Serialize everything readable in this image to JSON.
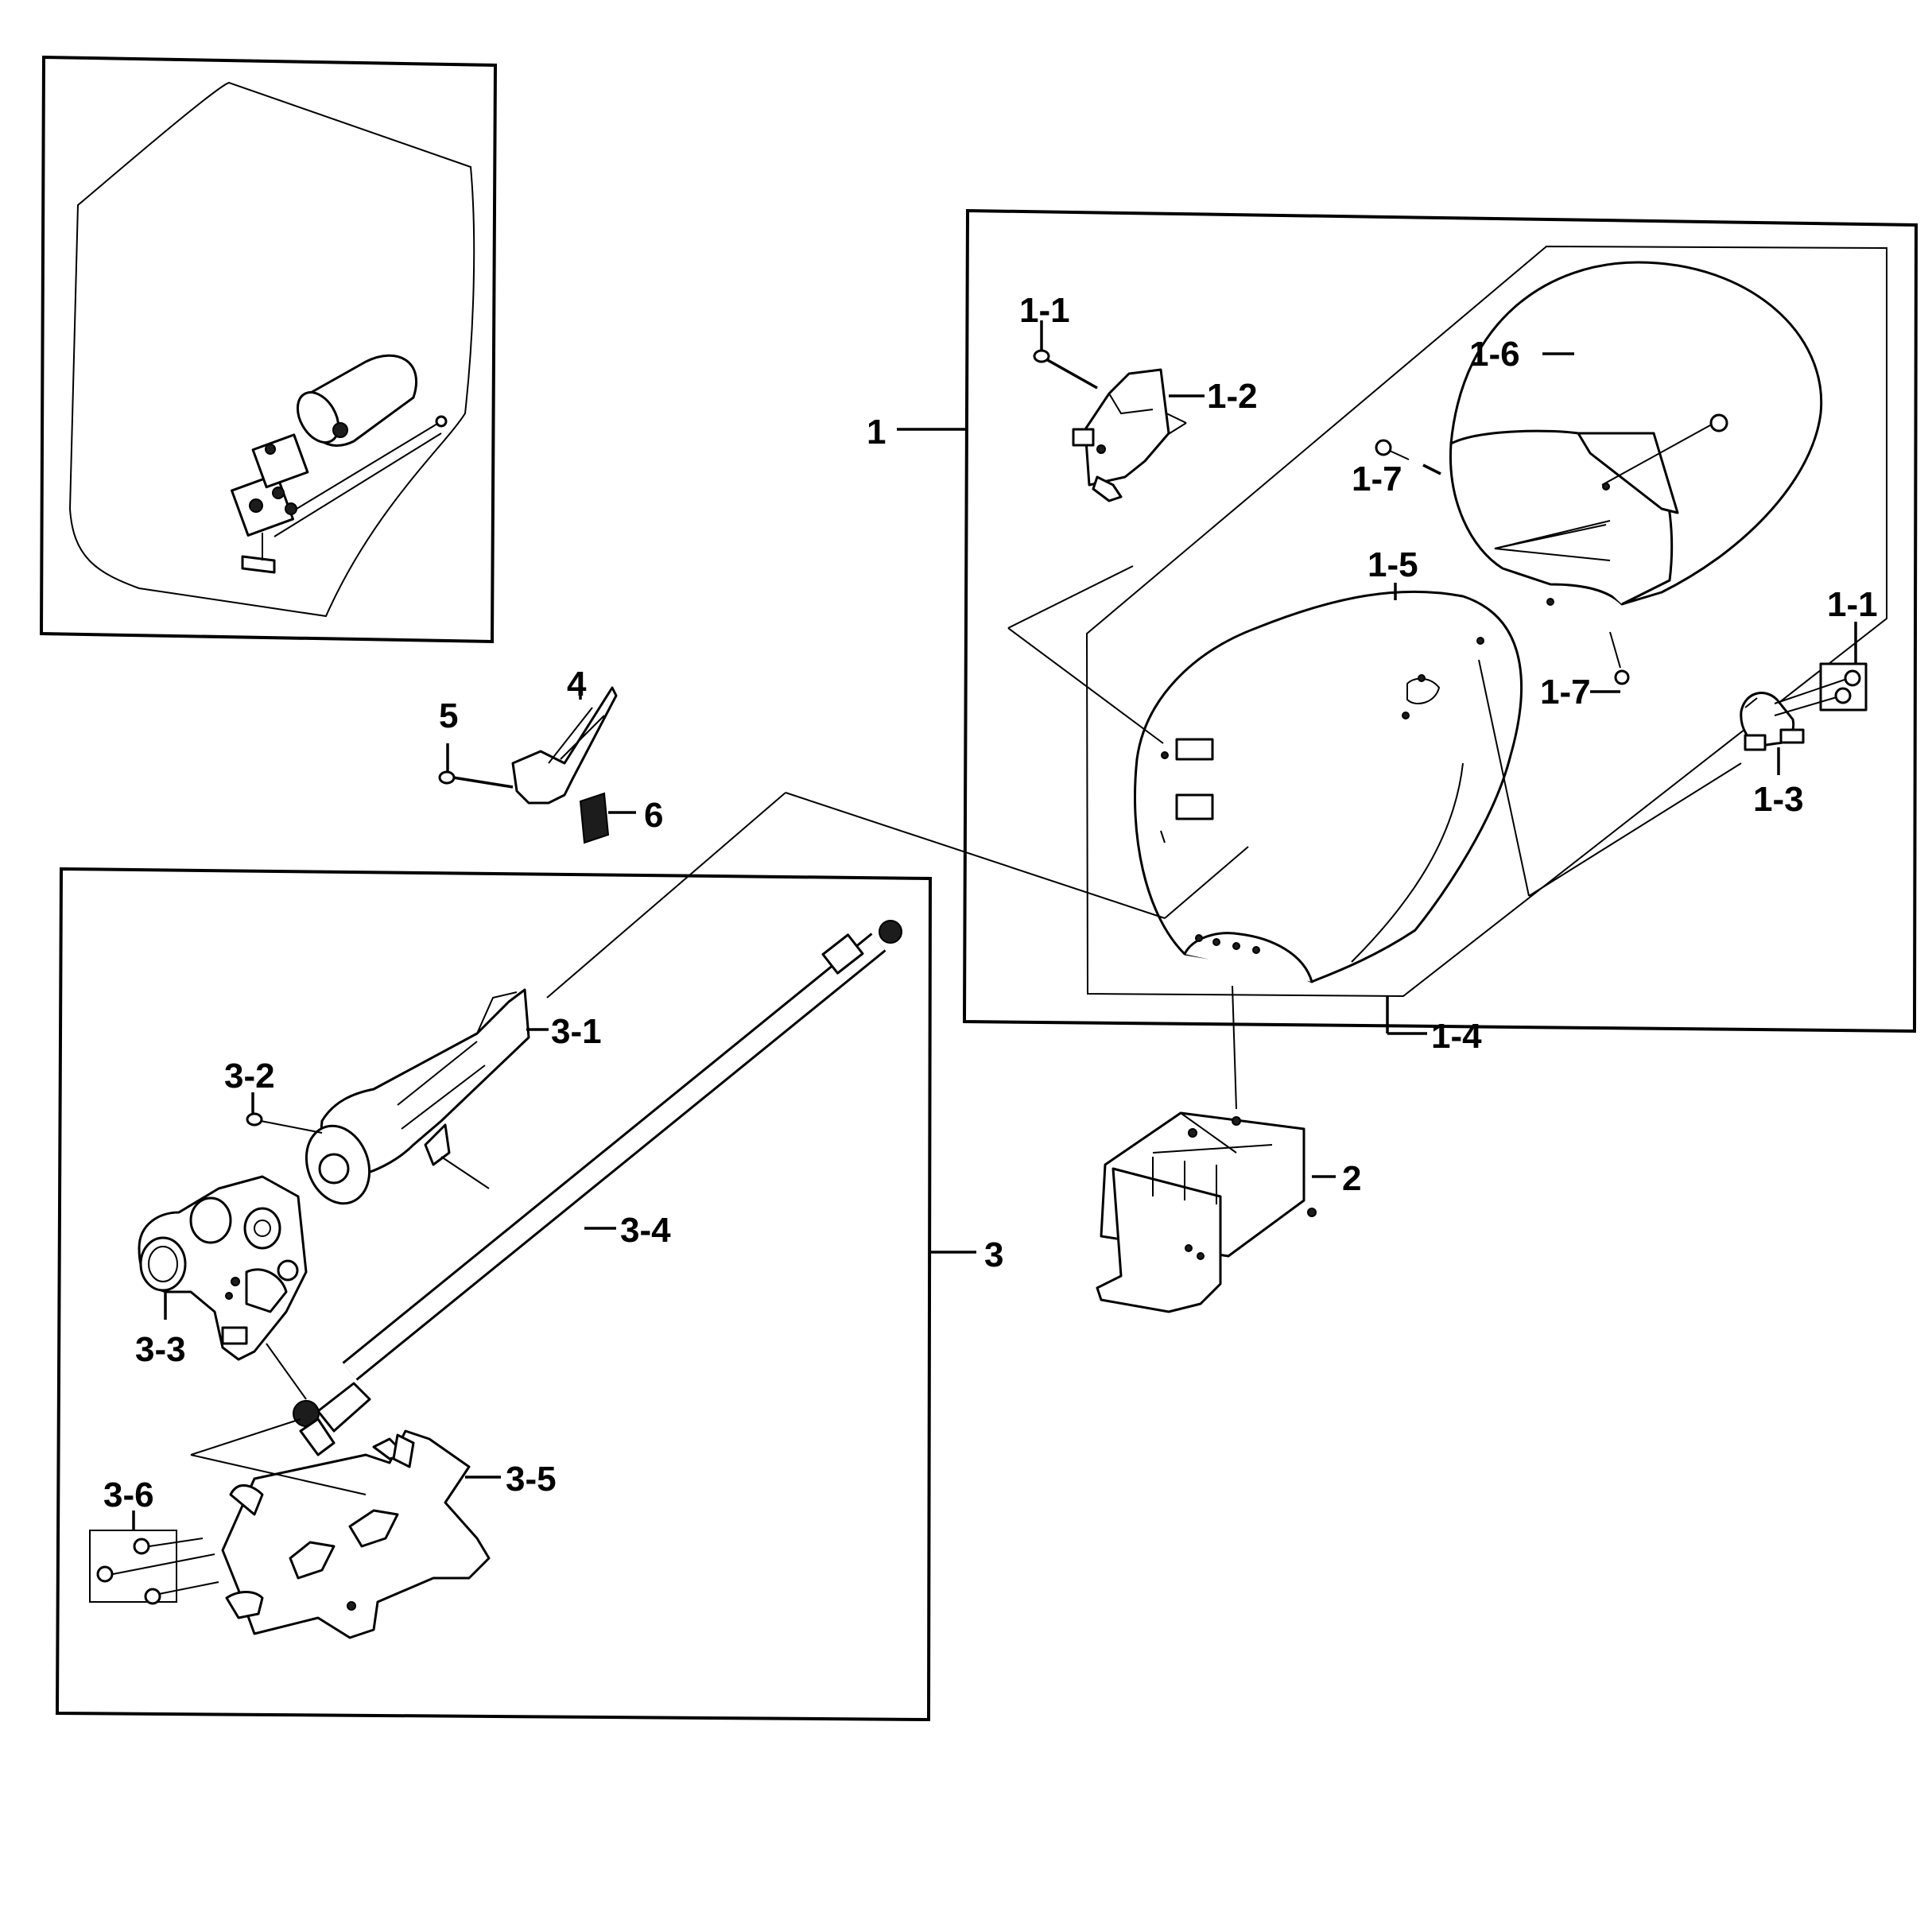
{
  "callouts": {
    "c1": "1",
    "c1_1_top": "1-1",
    "c1_1_right": "1-1",
    "c1_2": "1-2",
    "c1_3": "1-3",
    "c1_4": "1-4",
    "c1_5": "1-5",
    "c1_6": "1-6",
    "c1_7_upper": "1-7",
    "c1_7_lower": "1-7",
    "c2": "2",
    "c3": "3",
    "c3_1": "3-1",
    "c3_2": "3-2",
    "c3_3": "3-3",
    "c3_4": "3-4",
    "c3_5": "3-5",
    "c3_6": "3-6",
    "c4": "4",
    "c5": "5",
    "c6": "6"
  }
}
